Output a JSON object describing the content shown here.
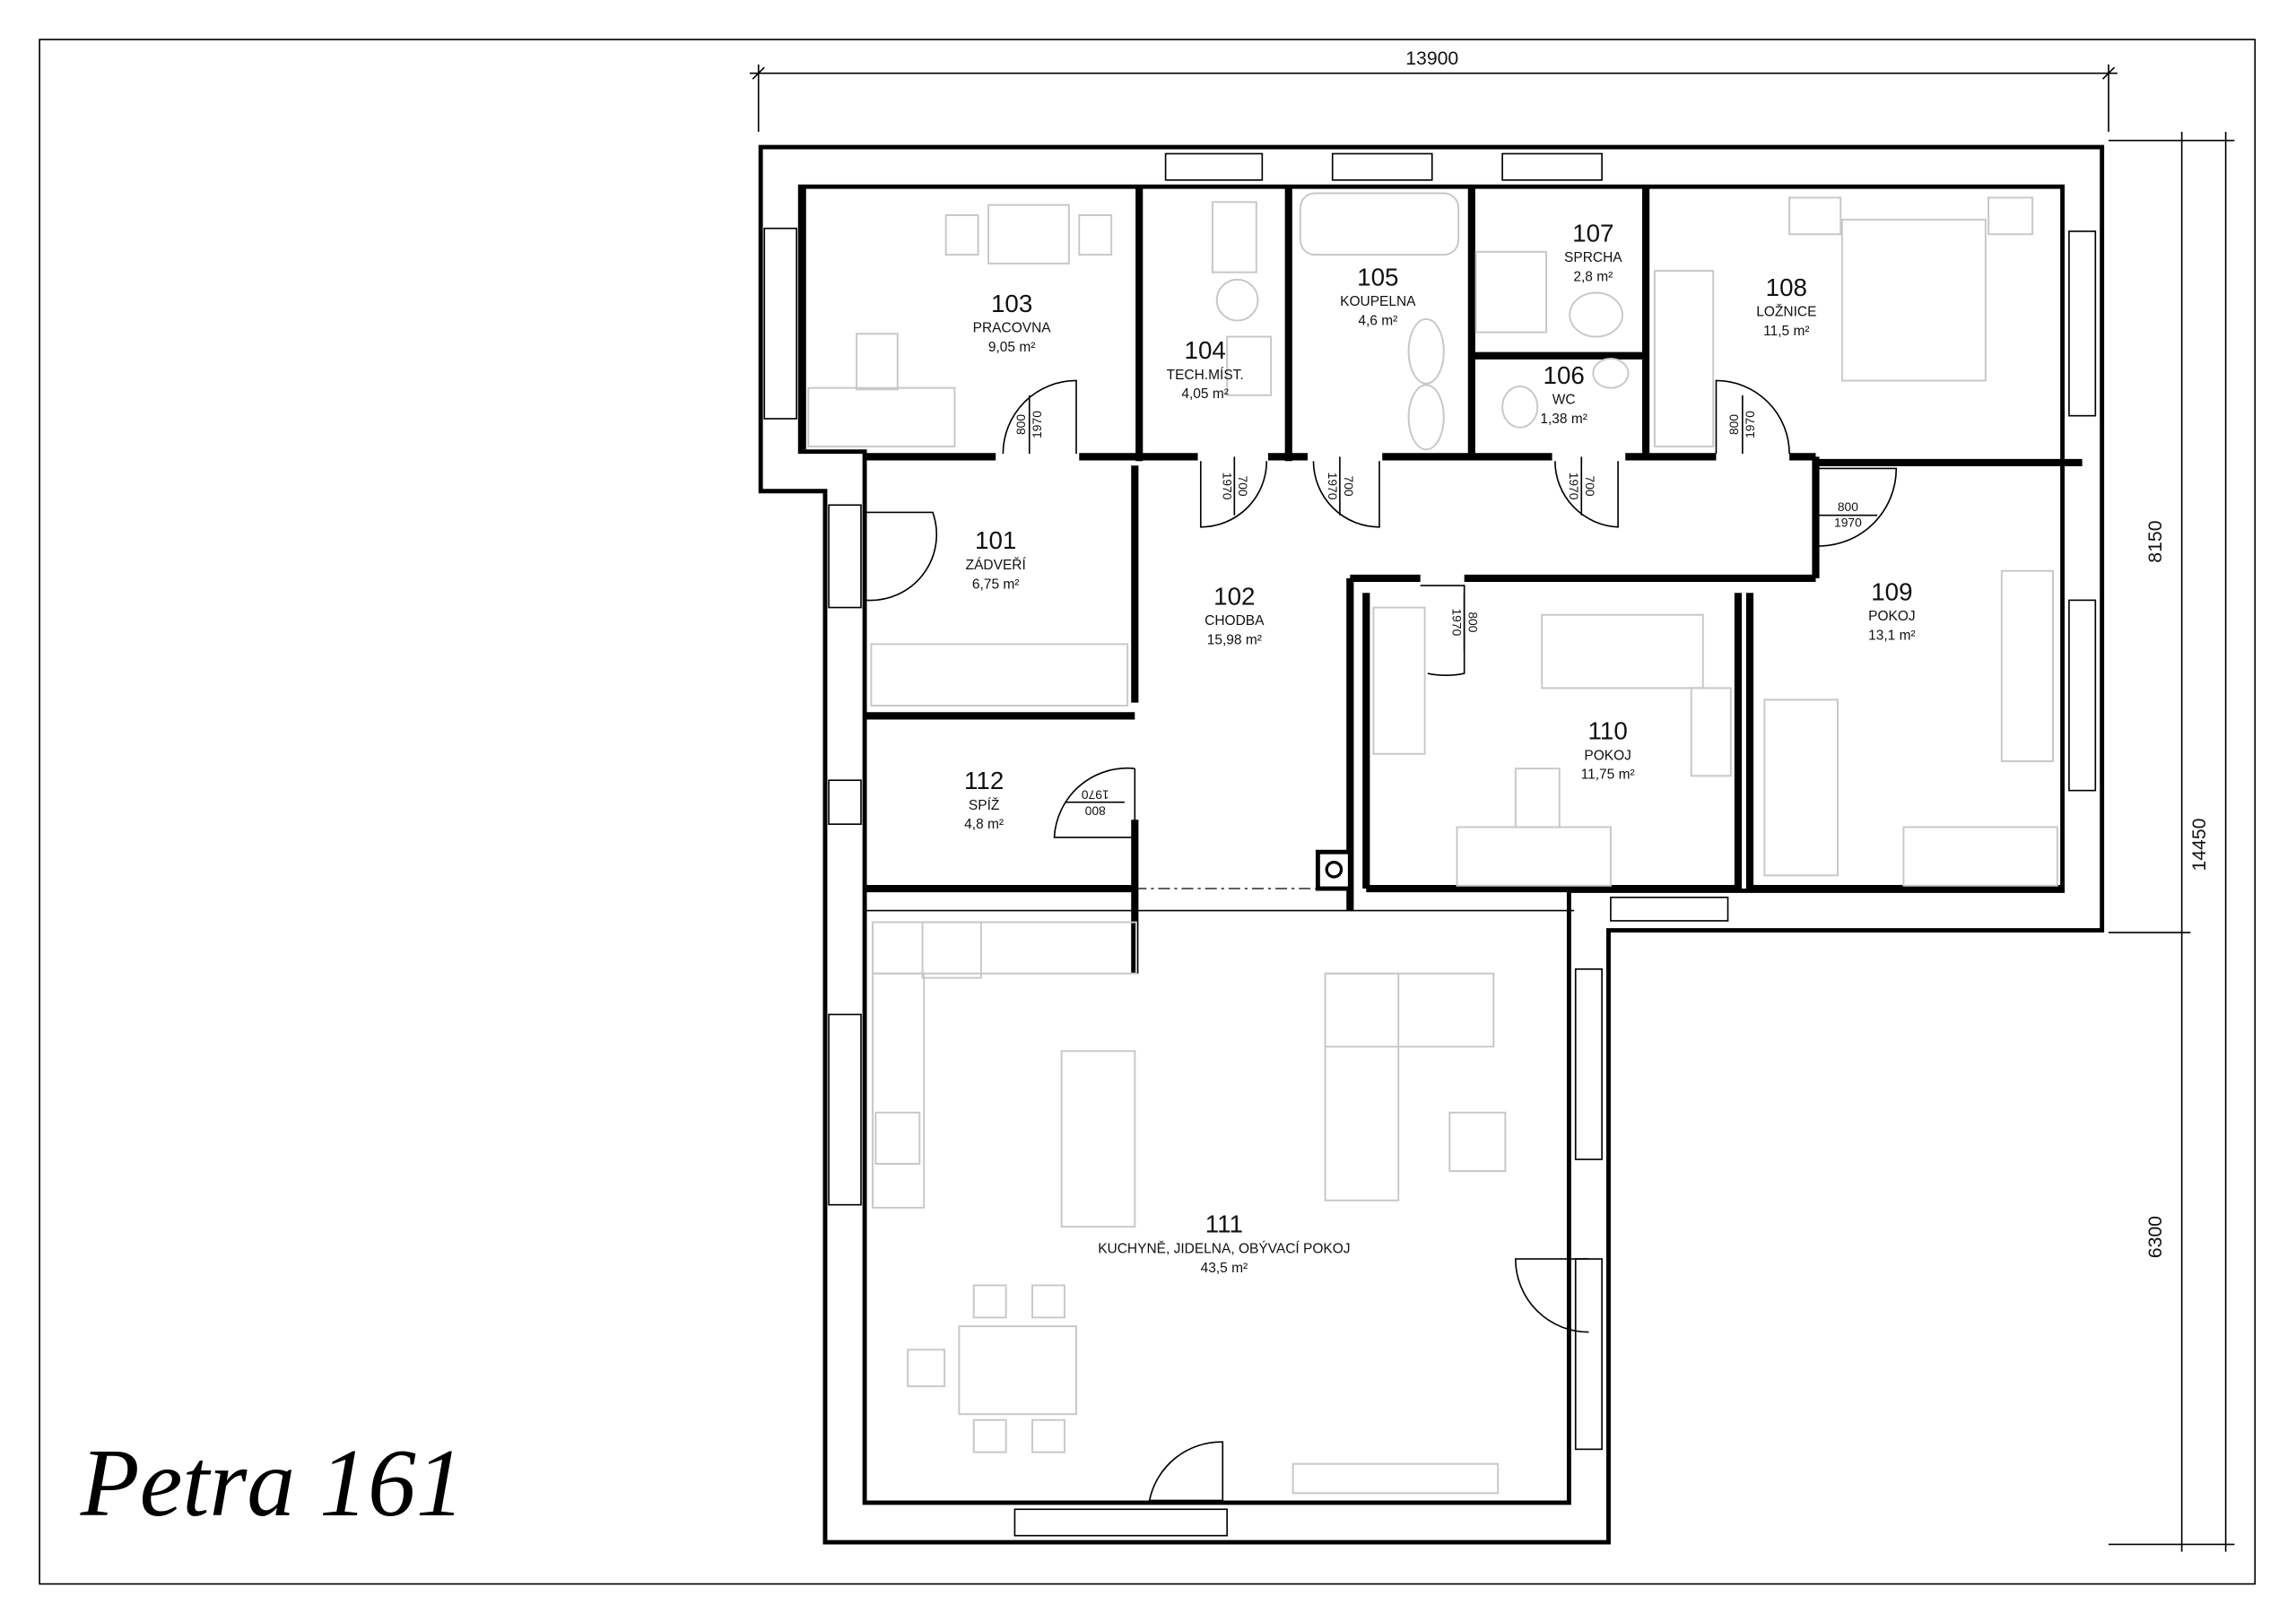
{
  "title": "Petra 161",
  "dimensions": {
    "width_total": "13900",
    "depth_upper": "8150",
    "depth_total": "14450",
    "depth_lower": "6300"
  },
  "rooms": [
    {
      "number": "101",
      "name": "ZÁDVEŘÍ",
      "area": "6,75 m²"
    },
    {
      "number": "102",
      "name": "CHODBA",
      "area": "15,98 m²"
    },
    {
      "number": "103",
      "name": "PRACOVNA",
      "area": "9,05 m²"
    },
    {
      "number": "104",
      "name": "TECH.MÍST.",
      "area": "4,05 m²"
    },
    {
      "number": "105",
      "name": "KOUPELNA",
      "area": "4,6 m²"
    },
    {
      "number": "106",
      "name": "WC",
      "area": "1,38 m²"
    },
    {
      "number": "107",
      "name": "SPRCHA",
      "area": "2,8 m²"
    },
    {
      "number": "108",
      "name": "LOŽNICE",
      "area": "11,5 m²"
    },
    {
      "number": "109",
      "name": "POKOJ",
      "area": "13,1 m²"
    },
    {
      "number": "110",
      "name": "POKOJ",
      "area": "11,75 m²"
    },
    {
      "number": "111",
      "name": "KUCHYNĚ, JIDELNA, OBÝVACÍ POKOJ",
      "area": "43,5 m²"
    },
    {
      "number": "112",
      "name": "SPÍŽ",
      "area": "4,8 m²"
    }
  ],
  "doors": [
    {
      "width": "800",
      "height": "1970"
    },
    {
      "width": "800",
      "height": "1970"
    },
    {
      "width": "800",
      "height": "1970"
    },
    {
      "width": "800",
      "height": "1970"
    },
    {
      "width": "800",
      "height": "1970"
    },
    {
      "width": "700",
      "height": "1970"
    },
    {
      "width": "700",
      "height": "1970"
    },
    {
      "width": "700",
      "height": "1970"
    }
  ]
}
